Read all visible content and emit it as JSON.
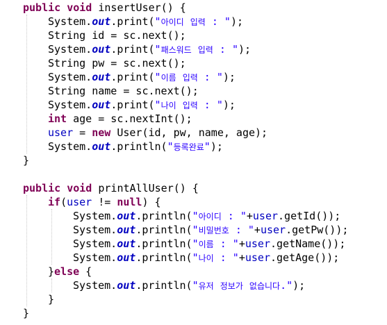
{
  "colors": {
    "background": "#ffffff",
    "keyword": "#7f0055",
    "string": "#2a00ff",
    "static_field": "#0000c0",
    "field": "#0000c0",
    "plain": "#000000"
  },
  "code": {
    "language": "java",
    "lines": [
      {
        "indent": 1,
        "tokens": [
          {
            "t": "kw",
            "v": "public"
          },
          {
            "t": "plain",
            "v": " "
          },
          {
            "t": "kw",
            "v": "void"
          },
          {
            "t": "plain",
            "v": " insertUser() {"
          }
        ]
      },
      {
        "indent": 2,
        "tokens": [
          {
            "t": "plain",
            "v": "System."
          },
          {
            "t": "field",
            "v": "out"
          },
          {
            "t": "plain",
            "v": ".print("
          },
          {
            "t": "str",
            "v": "\"아이디 입력 : \""
          },
          {
            "t": "plain",
            "v": ");"
          }
        ]
      },
      {
        "indent": 2,
        "tokens": [
          {
            "t": "plain",
            "v": "String id = sc.next();"
          }
        ]
      },
      {
        "indent": 2,
        "tokens": [
          {
            "t": "plain",
            "v": "System."
          },
          {
            "t": "field",
            "v": "out"
          },
          {
            "t": "plain",
            "v": ".print("
          },
          {
            "t": "str",
            "v": "\"패스워드 입력 : \""
          },
          {
            "t": "plain",
            "v": ");"
          }
        ]
      },
      {
        "indent": 2,
        "tokens": [
          {
            "t": "plain",
            "v": "String pw = sc.next();"
          }
        ]
      },
      {
        "indent": 2,
        "tokens": [
          {
            "t": "plain",
            "v": "System."
          },
          {
            "t": "field",
            "v": "out"
          },
          {
            "t": "plain",
            "v": ".print("
          },
          {
            "t": "str",
            "v": "\"이름 입력 : \""
          },
          {
            "t": "plain",
            "v": ");"
          }
        ]
      },
      {
        "indent": 2,
        "tokens": [
          {
            "t": "plain",
            "v": "String name = sc.next();"
          }
        ]
      },
      {
        "indent": 2,
        "tokens": [
          {
            "t": "plain",
            "v": "System."
          },
          {
            "t": "field",
            "v": "out"
          },
          {
            "t": "plain",
            "v": ".print("
          },
          {
            "t": "str",
            "v": "\"나이 입력 : \""
          },
          {
            "t": "plain",
            "v": ");"
          }
        ]
      },
      {
        "indent": 2,
        "tokens": [
          {
            "t": "kw",
            "v": "int"
          },
          {
            "t": "plain",
            "v": " age = sc.nextInt();"
          }
        ]
      },
      {
        "indent": 2,
        "tokens": [
          {
            "t": "var",
            "v": "user"
          },
          {
            "t": "plain",
            "v": " = "
          },
          {
            "t": "kw",
            "v": "new"
          },
          {
            "t": "plain",
            "v": " User(id, pw, name, age);"
          }
        ]
      },
      {
        "indent": 2,
        "tokens": [
          {
            "t": "plain",
            "v": "System."
          },
          {
            "t": "field",
            "v": "out"
          },
          {
            "t": "plain",
            "v": ".println("
          },
          {
            "t": "str",
            "v": "\"등록완료\""
          },
          {
            "t": "plain",
            "v": ");"
          }
        ]
      },
      {
        "indent": 1,
        "tokens": [
          {
            "t": "plain",
            "v": "}"
          }
        ]
      },
      {
        "indent": 0,
        "tokens": []
      },
      {
        "indent": 1,
        "tokens": [
          {
            "t": "kw",
            "v": "public"
          },
          {
            "t": "plain",
            "v": " "
          },
          {
            "t": "kw",
            "v": "void"
          },
          {
            "t": "plain",
            "v": " printAllUser() {"
          }
        ]
      },
      {
        "indent": 2,
        "tokens": [
          {
            "t": "kw",
            "v": "if"
          },
          {
            "t": "plain",
            "v": "("
          },
          {
            "t": "var",
            "v": "user"
          },
          {
            "t": "plain",
            "v": " != "
          },
          {
            "t": "kw",
            "v": "null"
          },
          {
            "t": "plain",
            "v": ") {"
          }
        ]
      },
      {
        "indent": 3,
        "tokens": [
          {
            "t": "plain",
            "v": "System."
          },
          {
            "t": "field",
            "v": "out"
          },
          {
            "t": "plain",
            "v": ".println("
          },
          {
            "t": "str",
            "v": "\"아이디 : \""
          },
          {
            "t": "plain",
            "v": "+"
          },
          {
            "t": "var",
            "v": "user"
          },
          {
            "t": "plain",
            "v": ".getId());"
          }
        ]
      },
      {
        "indent": 3,
        "tokens": [
          {
            "t": "plain",
            "v": "System."
          },
          {
            "t": "field",
            "v": "out"
          },
          {
            "t": "plain",
            "v": ".println("
          },
          {
            "t": "str",
            "v": "\"비밀번호 : \""
          },
          {
            "t": "plain",
            "v": "+"
          },
          {
            "t": "var",
            "v": "user"
          },
          {
            "t": "plain",
            "v": ".getPw());"
          }
        ]
      },
      {
        "indent": 3,
        "tokens": [
          {
            "t": "plain",
            "v": "System."
          },
          {
            "t": "field",
            "v": "out"
          },
          {
            "t": "plain",
            "v": ".println("
          },
          {
            "t": "str",
            "v": "\"이름 : \""
          },
          {
            "t": "plain",
            "v": "+"
          },
          {
            "t": "var",
            "v": "user"
          },
          {
            "t": "plain",
            "v": ".getName());"
          }
        ]
      },
      {
        "indent": 3,
        "tokens": [
          {
            "t": "plain",
            "v": "System."
          },
          {
            "t": "field",
            "v": "out"
          },
          {
            "t": "plain",
            "v": ".println("
          },
          {
            "t": "str",
            "v": "\"나이 : \""
          },
          {
            "t": "plain",
            "v": "+"
          },
          {
            "t": "var",
            "v": "user"
          },
          {
            "t": "plain",
            "v": ".getAge());"
          }
        ]
      },
      {
        "indent": 2,
        "tokens": [
          {
            "t": "plain",
            "v": "}"
          },
          {
            "t": "kw",
            "v": "else"
          },
          {
            "t": "plain",
            "v": " {"
          }
        ]
      },
      {
        "indent": 3,
        "tokens": [
          {
            "t": "plain",
            "v": "System."
          },
          {
            "t": "field",
            "v": "out"
          },
          {
            "t": "plain",
            "v": ".println("
          },
          {
            "t": "str",
            "v": "\"유저 정보가 없습니다.\""
          },
          {
            "t": "plain",
            "v": ");"
          }
        ]
      },
      {
        "indent": 2,
        "tokens": [
          {
            "t": "plain",
            "v": "}"
          }
        ]
      },
      {
        "indent": 1,
        "tokens": [
          {
            "t": "plain",
            "v": "}"
          }
        ]
      }
    ]
  }
}
